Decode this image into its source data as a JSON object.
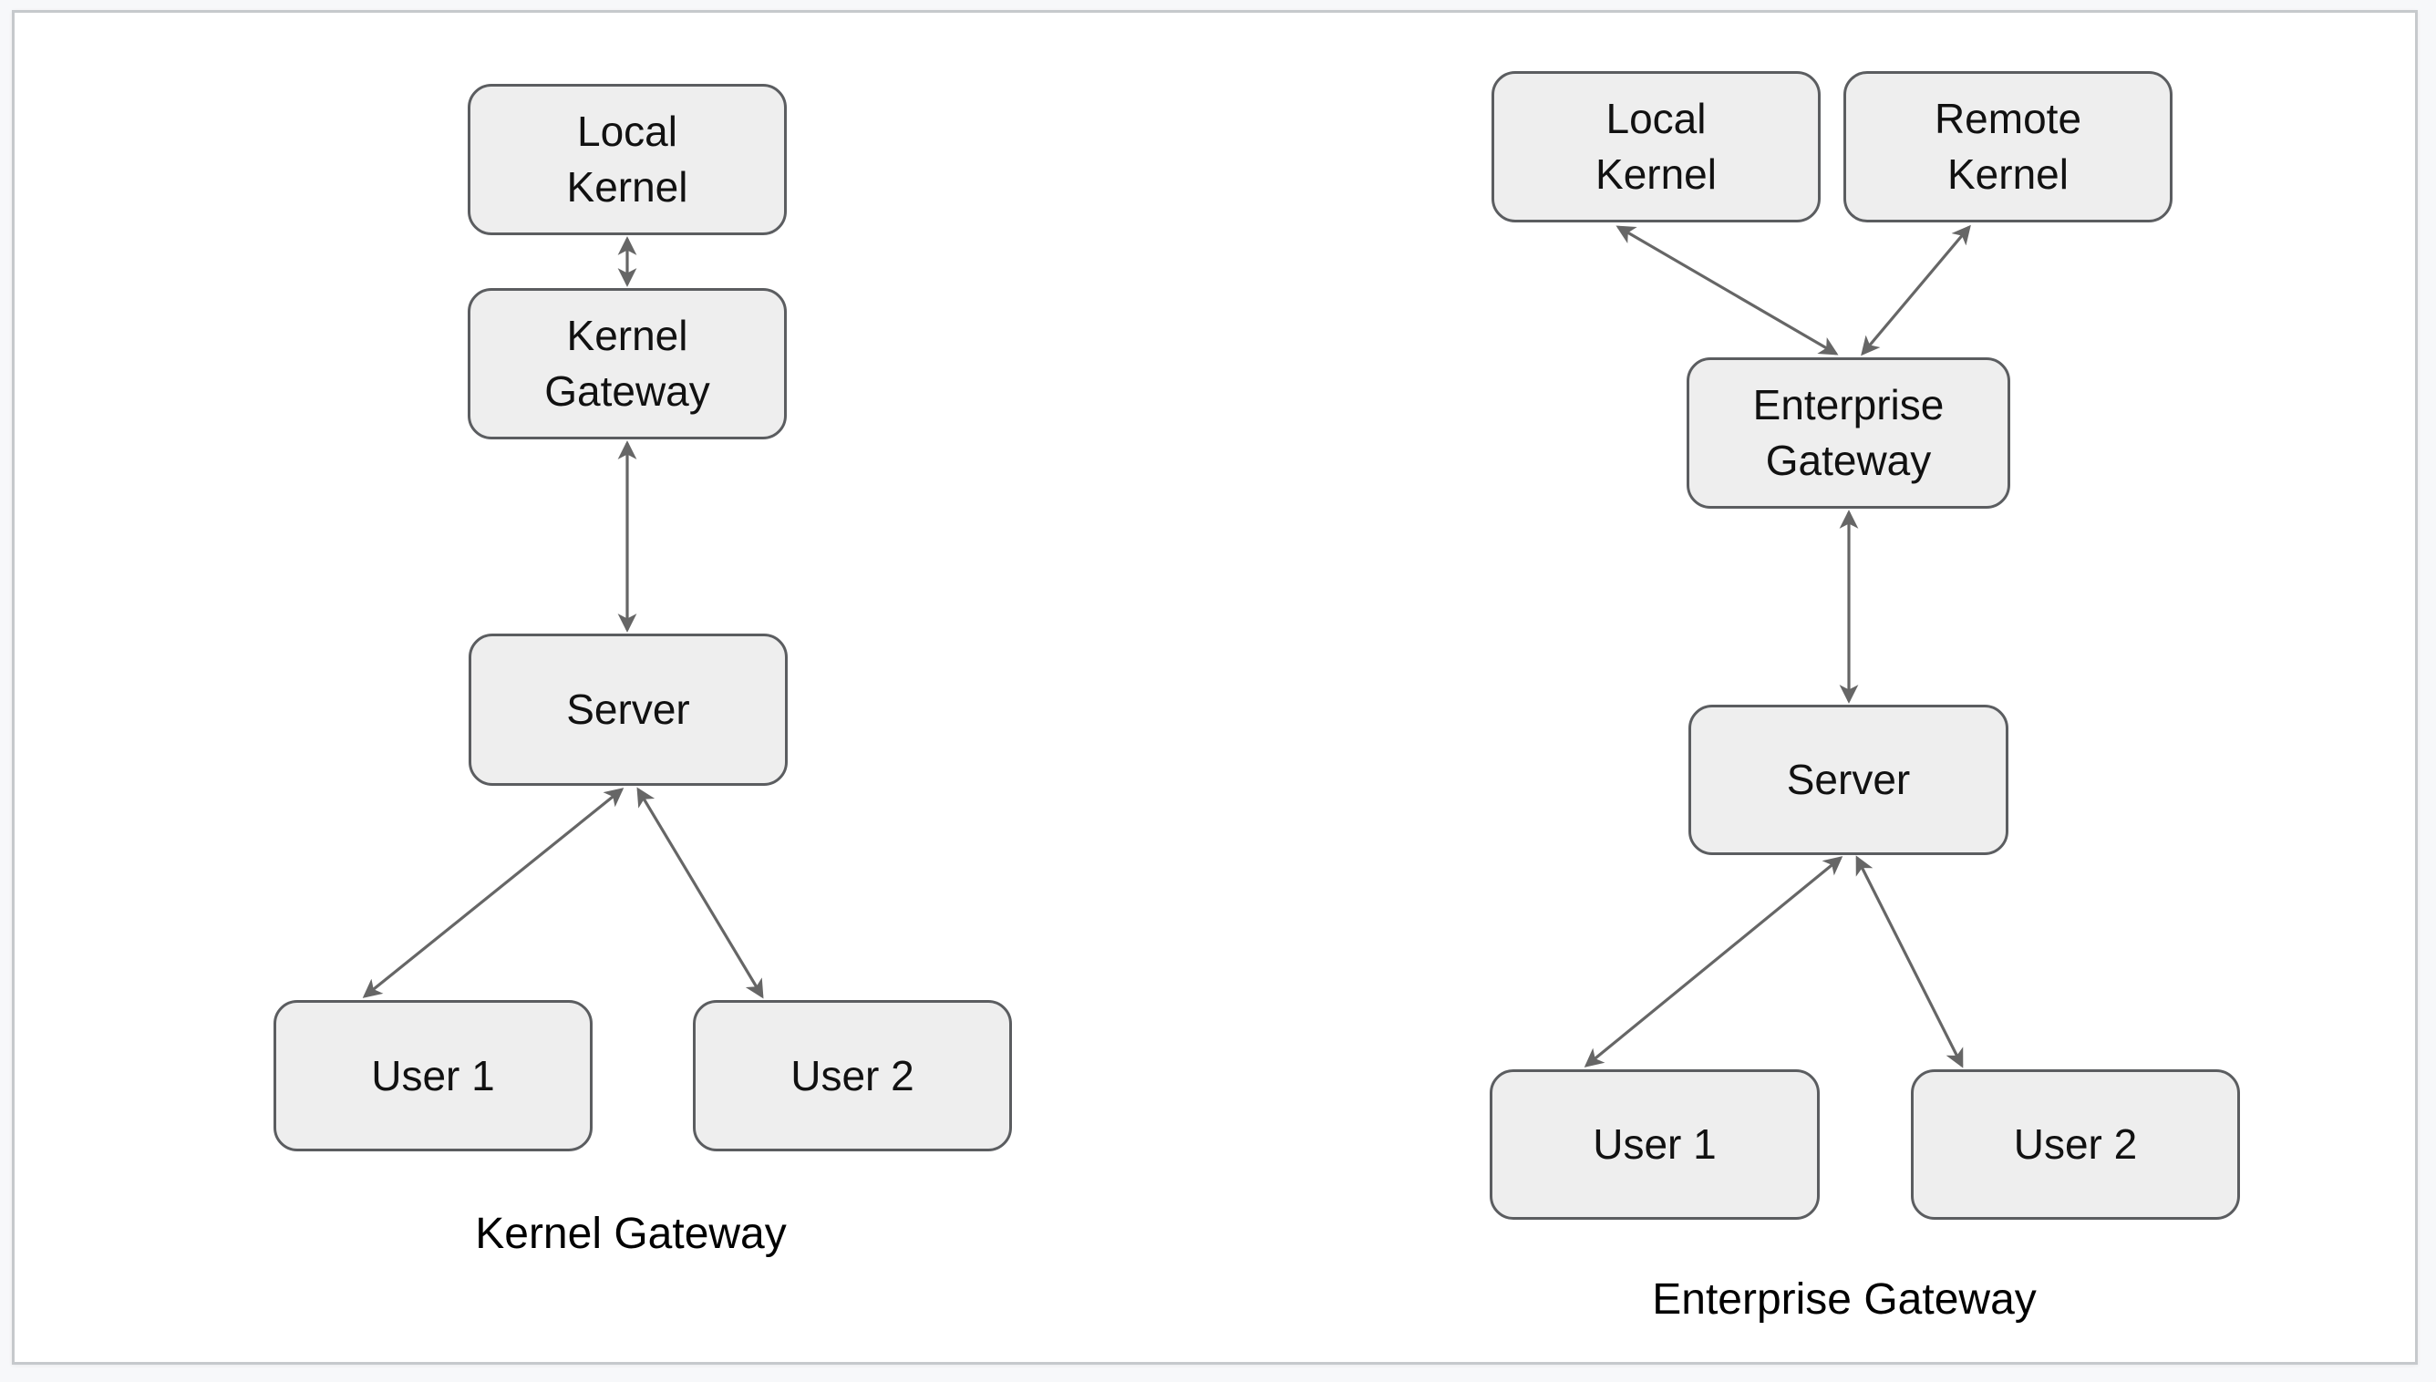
{
  "page": {
    "background_color": "#f7f8fa",
    "canvas_color": "#ffffff",
    "canvas_border_color": "#c6c9cc"
  },
  "style": {
    "node_fill": "#eeeeee",
    "node_border_color": "#5b5d60",
    "node_text_color": "#111111",
    "arrow_color": "#666666",
    "caption_text_color": "#000000"
  },
  "diagrams": [
    {
      "caption": "Kernel Gateway",
      "nodes": [
        {
          "label": "Local\nKernel"
        },
        {
          "label": "Kernel\nGateway"
        },
        {
          "label": "Server"
        },
        {
          "label": "User 1"
        },
        {
          "label": "User 2"
        }
      ],
      "edges": [
        {
          "from": "Local Kernel",
          "to": "Kernel Gateway",
          "bidirectional": true
        },
        {
          "from": "Kernel Gateway",
          "to": "Server",
          "bidirectional": true
        },
        {
          "from": "Server",
          "to": "User 1",
          "bidirectional": true
        },
        {
          "from": "Server",
          "to": "User 2",
          "bidirectional": true
        }
      ]
    },
    {
      "caption": "Enterprise Gateway",
      "nodes": [
        {
          "label": "Local\nKernel"
        },
        {
          "label": "Remote\nKernel"
        },
        {
          "label": "Enterprise\nGateway"
        },
        {
          "label": "Server"
        },
        {
          "label": "User 1"
        },
        {
          "label": "User 2"
        }
      ],
      "edges": [
        {
          "from": "Local Kernel",
          "to": "Enterprise Gateway",
          "bidirectional": true
        },
        {
          "from": "Remote Kernel",
          "to": "Enterprise Gateway",
          "bidirectional": true
        },
        {
          "from": "Enterprise Gateway",
          "to": "Server",
          "bidirectional": true
        },
        {
          "from": "Server",
          "to": "User 1",
          "bidirectional": true
        },
        {
          "from": "Server",
          "to": "User 2",
          "bidirectional": true
        }
      ]
    }
  ]
}
